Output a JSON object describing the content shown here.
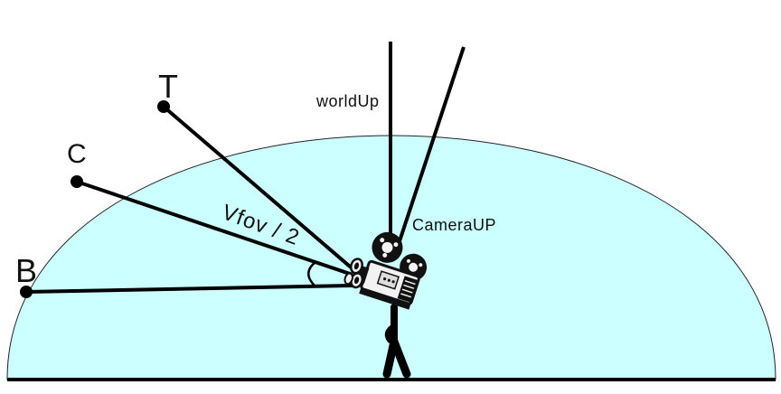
{
  "labels": {
    "world_up": "worldUp",
    "camera_up": "CameraUP",
    "fov": "Vfov / 2",
    "point_t": "T",
    "point_c": "C",
    "point_b": "B"
  },
  "colors": {
    "dome_fill": "#ccffff",
    "line": "#000000",
    "camera_body": "#f2f2f2",
    "camera_dark": "#111111"
  },
  "icons": {
    "camera": "movie-camera-icon",
    "person": "stick-figure-icon"
  }
}
